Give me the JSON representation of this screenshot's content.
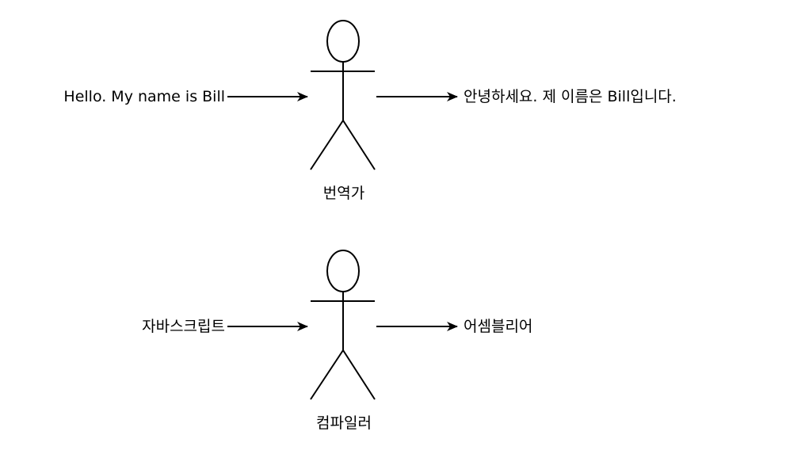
{
  "diagram": {
    "rows": [
      {
        "input_text": "Hello. My name is Bill",
        "actor_label": "번역가",
        "output_text": "안녕하세요. 제 이름은 Bill입니다."
      },
      {
        "input_text": "자바스크립트",
        "actor_label": "컴파일러",
        "output_text": "어셈블리어"
      }
    ],
    "colors": {
      "stroke": "#000000",
      "background": "#ffffff",
      "text": "#000000"
    }
  }
}
